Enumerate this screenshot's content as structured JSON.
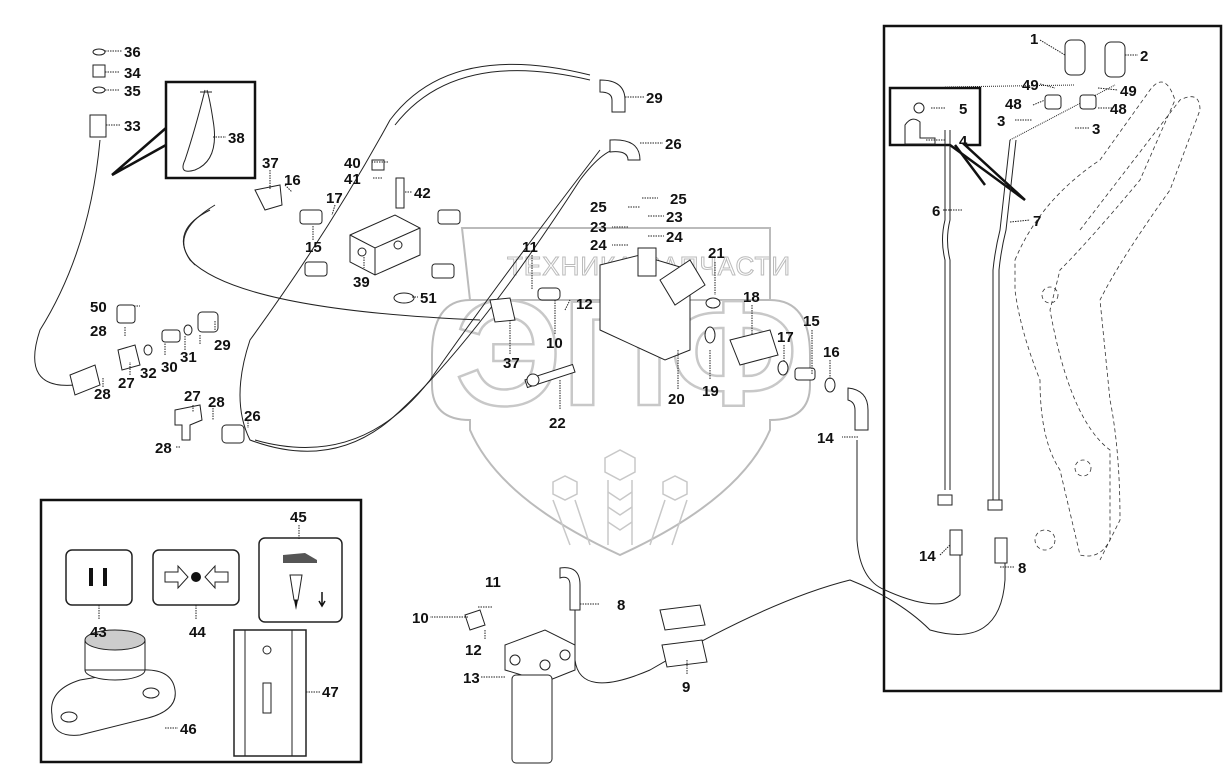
{
  "diagram": {
    "title": "Hydraulic lines exploded parts diagram",
    "watermark": {
      "top_text": "ТЕХНИКА",
      "top_text_right": "ЗАПЧАСТИ",
      "logo_letters": "ЭПФ"
    },
    "callouts": [
      {
        "id": "c36",
        "text": "36"
      },
      {
        "id": "c34",
        "text": "34"
      },
      {
        "id": "c35",
        "text": "35"
      },
      {
        "id": "c33",
        "text": "33"
      },
      {
        "id": "c38",
        "text": "38"
      },
      {
        "id": "c37a",
        "text": "37"
      },
      {
        "id": "c16a",
        "text": "16"
      },
      {
        "id": "c17a",
        "text": "17"
      },
      {
        "id": "c15a",
        "text": "15"
      },
      {
        "id": "c40",
        "text": "40"
      },
      {
        "id": "c41",
        "text": "41"
      },
      {
        "id": "c42",
        "text": "42"
      },
      {
        "id": "c39",
        "text": "39"
      },
      {
        "id": "c51",
        "text": "51"
      },
      {
        "id": "c29a",
        "text": "29"
      },
      {
        "id": "c26a",
        "text": "26"
      },
      {
        "id": "c25a",
        "text": "25"
      },
      {
        "id": "c25b",
        "text": "25"
      },
      {
        "id": "c23a",
        "text": "23"
      },
      {
        "id": "c23b",
        "text": "23"
      },
      {
        "id": "c24a",
        "text": "24"
      },
      {
        "id": "c24b",
        "text": "24"
      },
      {
        "id": "c11a",
        "text": "11"
      },
      {
        "id": "c21",
        "text": "21"
      },
      {
        "id": "c12a",
        "text": "12"
      },
      {
        "id": "c10a",
        "text": "10"
      },
      {
        "id": "c37b",
        "text": "37"
      },
      {
        "id": "c22",
        "text": "22"
      },
      {
        "id": "c20",
        "text": "20"
      },
      {
        "id": "c19",
        "text": "19"
      },
      {
        "id": "c18",
        "text": "18"
      },
      {
        "id": "c17b",
        "text": "17"
      },
      {
        "id": "c15b",
        "text": "15"
      },
      {
        "id": "c16b",
        "text": "16"
      },
      {
        "id": "c14a",
        "text": "14"
      },
      {
        "id": "c50",
        "text": "50"
      },
      {
        "id": "c28a",
        "text": "28"
      },
      {
        "id": "c29b",
        "text": "29"
      },
      {
        "id": "c31",
        "text": "31"
      },
      {
        "id": "c30",
        "text": "30"
      },
      {
        "id": "c32",
        "text": "32"
      },
      {
        "id": "c27a",
        "text": "27"
      },
      {
        "id": "c28b",
        "text": "28"
      },
      {
        "id": "c27b",
        "text": "27"
      },
      {
        "id": "c28c",
        "text": "28"
      },
      {
        "id": "c26b",
        "text": "26"
      },
      {
        "id": "c28d",
        "text": "28"
      },
      {
        "id": "c1",
        "text": "1"
      },
      {
        "id": "c2",
        "text": "2"
      },
      {
        "id": "c49a",
        "text": "49"
      },
      {
        "id": "c49b",
        "text": "49"
      },
      {
        "id": "c48a",
        "text": "48"
      },
      {
        "id": "c48b",
        "text": "48"
      },
      {
        "id": "c3a",
        "text": "3"
      },
      {
        "id": "c3b",
        "text": "3"
      },
      {
        "id": "c5",
        "text": "5"
      },
      {
        "id": "c4",
        "text": "4"
      },
      {
        "id": "c6",
        "text": "6"
      },
      {
        "id": "c7",
        "text": "7"
      },
      {
        "id": "c14b",
        "text": "14"
      },
      {
        "id": "c8a",
        "text": "8"
      },
      {
        "id": "c11b",
        "text": "11"
      },
      {
        "id": "c10b",
        "text": "10"
      },
      {
        "id": "c12b",
        "text": "12"
      },
      {
        "id": "c13",
        "text": "13"
      },
      {
        "id": "c8b",
        "text": "8"
      },
      {
        "id": "c9",
        "text": "9"
      },
      {
        "id": "c45",
        "text": "45"
      },
      {
        "id": "c43",
        "text": "43"
      },
      {
        "id": "c44",
        "text": "44"
      },
      {
        "id": "c47",
        "text": "47"
      },
      {
        "id": "c46",
        "text": "46"
      }
    ],
    "decals": {
      "d43": "pause-symbol",
      "d44": "arrows-to-point-symbol",
      "d45": "foot-pedal-symbol",
      "d47": "decal-strip",
      "d46": "knurled-knob"
    }
  }
}
